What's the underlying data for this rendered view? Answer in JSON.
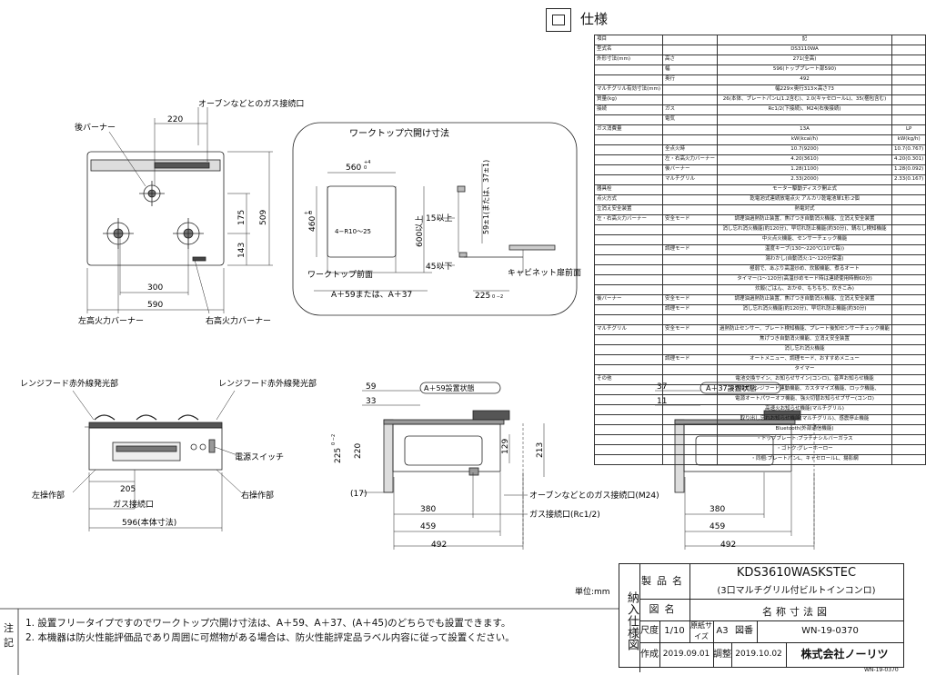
{
  "spec": {
    "heading": "仕様",
    "rows": [
      {
        "a": "項目",
        "b": "",
        "c": "記",
        "d": ""
      },
      {
        "a": "型式名",
        "b": "",
        "c": "DS3110WA",
        "d": ""
      },
      {
        "a": "外形寸法(mm)",
        "b": "高さ",
        "c": "271(全高)",
        "d": ""
      },
      {
        "a": "",
        "b": "幅",
        "c": "596(トッププレート部590)",
        "d": ""
      },
      {
        "a": "",
        "b": "奥行",
        "c": "492",
        "d": ""
      },
      {
        "a": "マルチグリル有効寸法(mm)",
        "b": "",
        "c": "幅229×奥行313×高さ73",
        "d": ""
      },
      {
        "a": "質量(kg)",
        "b": "",
        "c": "26(本体、プレートパンL(1.2含む)、2.0(キャセロールL)、35(梱包含む)",
        "d": ""
      },
      {
        "a": "接続",
        "b": "ガス",
        "c": "Rc1/2(下接続)、M24(右後接続)",
        "d": ""
      },
      {
        "a": "",
        "b": "電気",
        "c": "",
        "d": ""
      },
      {
        "a": "ガス消費量",
        "b": "",
        "c": "13A",
        "d": "LP"
      },
      {
        "a": "",
        "b": "",
        "c": "kW(kcal/h)",
        "d": "kW(kg/h)"
      },
      {
        "a": "",
        "b": "全点火時",
        "c": "10.7(9200)",
        "d": "10.7(0.767)"
      },
      {
        "a": "",
        "b": "左・右高火力バーナー",
        "c": "4.20(3610)",
        "d": "4.20(0.301)"
      },
      {
        "a": "",
        "b": "後バーナー",
        "c": "1.28(1100)",
        "d": "1.28(0.092)"
      },
      {
        "a": "",
        "b": "マルチグリル",
        "c": "2.33(2000)",
        "d": "2.33(0.167)"
      },
      {
        "a": "器具栓",
        "b": "",
        "c": "モーター駆動ディスク開止式",
        "d": ""
      },
      {
        "a": "点火方式",
        "b": "",
        "c": "乾電池式連続放電点火 アルカリ乾電池単1形:2個",
        "d": ""
      },
      {
        "a": "立消え安全装置",
        "b": "",
        "c": "熱電対式",
        "d": ""
      },
      {
        "a": "左・右高火力バーナー",
        "b": "安全モード",
        "c": "調理油過熱防止装置、焦げつき自動消火機能、立消え安全装置",
        "d": ""
      },
      {
        "a": "",
        "b": "",
        "c": "消し忘れ消火機能(約120分)、早切れ防止機能(約30分)、鍋なし検知機能",
        "d": ""
      },
      {
        "a": "",
        "b": "",
        "c": "中火点火機能、センサーチェック機能",
        "d": ""
      },
      {
        "a": "",
        "b": "調理モード",
        "c": "温度キープ(130〜220℃(10℃毎))",
        "d": ""
      },
      {
        "a": "",
        "b": "",
        "c": "湯わかし(自動消火:1〜120分保温)",
        "d": ""
      },
      {
        "a": "",
        "b": "",
        "c": "極弱で、あぶり高温炒め、炊飯機能、煮るオート",
        "d": ""
      },
      {
        "a": "",
        "b": "",
        "c": "タイマー(1〜120分)高温炒めモード時は連続使用時間60分)",
        "d": ""
      },
      {
        "a": "",
        "b": "",
        "c": "炊飯(ごはん、おかゆ、もちもち、炊きこみ)",
        "d": ""
      },
      {
        "a": "後バーナー",
        "b": "安全モード",
        "c": "調理油過熱防止装置、焦げつき自動消火機能、立消え安全装置",
        "d": ""
      },
      {
        "a": "",
        "b": "調理モード",
        "c": "消し忘れ消火機能(約120分)、早切れ防止機能(約30分)",
        "d": ""
      },
      {
        "a": "",
        "b": "",
        "c": "",
        "d": ""
      },
      {
        "a": "マルチグリル",
        "b": "安全モード",
        "c": "過熱防止センサー、プレート検知機能、プレート後知センサーチェック機能",
        "d": ""
      },
      {
        "a": "",
        "b": "",
        "c": "焦げつき自動消火機能、立消え安全装置",
        "d": ""
      },
      {
        "a": "",
        "b": "",
        "c": "消し忘れ消火機能",
        "d": ""
      },
      {
        "a": "",
        "b": "調理モード",
        "c": "オートメニュー、調理モード、おすすめメニュー",
        "d": ""
      },
      {
        "a": "",
        "b": "",
        "c": "タイマー",
        "d": ""
      },
      {
        "a": "その他",
        "b": "",
        "c": "電池交換サイン、お知らせサイン(コンロ)、音声お知らせ機能",
        "d": ""
      },
      {
        "a": "",
        "b": "",
        "c": "赤外線式レンジフード連動機能、カスタマイズ機能、ロック機能、",
        "d": ""
      },
      {
        "a": "",
        "b": "",
        "c": "電源オートパワーオフ機能、強火切替お知らせブザー(コンロ)",
        "d": ""
      },
      {
        "a": "",
        "b": "",
        "c": "高速火お知らせ機能(マルチグリル)",
        "d": ""
      },
      {
        "a": "",
        "b": "",
        "c": "取り出し忘れお知らせ機能(マルチグリル)、感震停止機能",
        "d": ""
      },
      {
        "a": "",
        "b": "",
        "c": "Bluetooth(外部通信機能)",
        "d": ""
      },
      {
        "a": "",
        "b": "",
        "c": "・トッププレート:プラチナシルバーガラス",
        "d": ""
      },
      {
        "a": "",
        "b": "",
        "c": "・ゴトク:グレーホーロー",
        "d": ""
      },
      {
        "a": "",
        "b": "",
        "c": "・同梱:プレートパンL、キャセロールL、揚影網",
        "d": ""
      }
    ]
  },
  "top_view": {
    "dim_top": "220",
    "dim_300": "300",
    "dim_590": "590",
    "dim_509": "509",
    "dim_175": "175",
    "dim_143": "143",
    "label_back_burner": "後バーナー",
    "label_gas_port": "オーブンなどとのガス接続口",
    "label_left_burner": "左高火力バーナー",
    "label_right_burner": "右高火力バーナー"
  },
  "worktop": {
    "title": "ワークトップ穴開け寸法",
    "dim_560": "560",
    "tol_560_top": "+4",
    "tol_560_bottom": "0",
    "dim_460": "460",
    "tol_460_top": "+4",
    "tol_460_bottom": "0",
    "radius": "4−R10〜25",
    "dim_600": "600以上",
    "label_front": "ワークトップ前面",
    "label_A": "A＋59または、A＋37",
    "dim_15": "15以上",
    "dim_45": "45以下",
    "dim_225": "225",
    "tol_225": "0 −2",
    "dim_59": "59±1(または、37±1)",
    "label_cabinet": "キャビネット扉前面"
  },
  "front_view": {
    "label_rangehood_l": "レンジフード赤外線発光部",
    "label_rangehood_r": "レンジフード赤外線発光部",
    "label_power": "電源スイッチ",
    "label_left_op": "左操作部",
    "label_right_op": "右操作部",
    "label_gas_port": "ガス接続口",
    "dim_205": "205",
    "dim_596": "596(本体寸法)"
  },
  "side_view_59": {
    "label": "A＋59設置状態",
    "dim_59": "59",
    "dim_33": "33",
    "dim_225": "225",
    "tol_225": "0 −2",
    "dim_220": "220",
    "dim_129": "129",
    "dim_213": "213",
    "dim_17": "(17)",
    "dim_380": "380",
    "dim_459": "459",
    "dim_492": "492",
    "label_gas_m24": "オーブンなどとのガス接続口(M24)",
    "label_gas_rc": "ガス接続口(Rc1/2)"
  },
  "side_view_37": {
    "label": "A＋37設置状態",
    "dim_37": "37",
    "dim_11": "11",
    "dim_380": "380",
    "dim_459": "459",
    "dim_492": "492"
  },
  "unit": "単位:mm",
  "notes": {
    "heading": "注記",
    "line1": "1. 設置フリータイプですのでワークトップ穴開け寸法は、A＋59、A＋37、(A＋45)のどちらでも設置できます。",
    "line2": "2. 本機器は防火性能評価品であり周囲に可燃物がある場合は、防火性能評定品ラベル内容に従って設置ください。"
  },
  "title_block": {
    "vertical": "納入仕様図",
    "product_name_label": "製品名",
    "product_code": "KDS3610WASKSTEC",
    "product_desc": "(3口マルチグリル付ビルトインコンロ)",
    "drawing_name_label": "図名",
    "drawing_name": "名称寸法図",
    "scale_label": "尺度",
    "scale": "1/10",
    "size_label": "原紙サイズ",
    "size": "A3",
    "drawing_no_label": "図番",
    "drawing_no": "WN-19-0370",
    "created_label": "作成",
    "created": "2019.09.01",
    "revised_label": "調整",
    "revised": "2019.10.02",
    "company": "株式会社ノーリツ",
    "footer_no": "WN-19-0370"
  }
}
